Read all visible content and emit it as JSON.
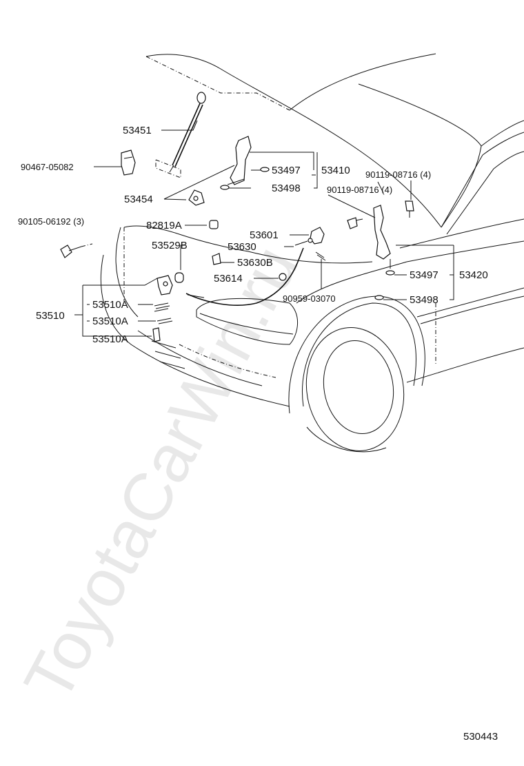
{
  "watermark": "ToyotaCarWin.ru",
  "diagram_code": "530443",
  "labels": {
    "l53451": "53451",
    "l90467": "90467-05082",
    "l53454": "53454",
    "l90105": "90105-06192 (3)",
    "l82819": "82819A",
    "l53529": "53529B",
    "l53510": "53510",
    "l53510a1": "53510A",
    "l53510a2": "53510A",
    "l53510a3": "53510A",
    "l53497a": "53497",
    "l53498a": "53498",
    "l53410": "53410",
    "l90119a": "90119-08716 (4)",
    "l90119b": "90119-08716 (4)",
    "l53601": "53601",
    "l53630": "53630",
    "l53630b": "53630B",
    "l53614": "53614",
    "l90959": "90959-03070",
    "l53497b": "53497",
    "l53498b": "53498",
    "l53420": "53420"
  }
}
